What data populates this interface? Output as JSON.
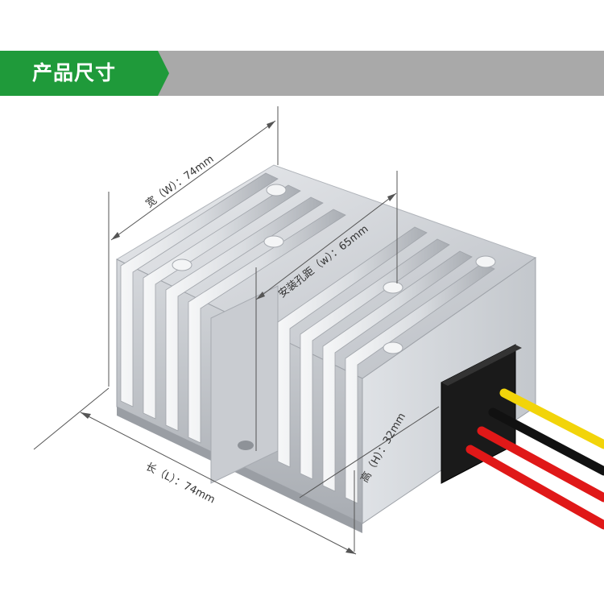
{
  "header": {
    "title": "产品尺寸",
    "accent_color": "#1f9a3a",
    "bar_color": "#a9a9a9"
  },
  "dimensions": {
    "width_label": "宽（W）：74mm",
    "hole_spacing_label": "安装孔距（w）：65mm",
    "height_label": "高（H）：32mm",
    "length_label": "长（L）：74mm"
  },
  "product": {
    "wire_colors": [
      "#f2d40a",
      "#111111",
      "#e01818",
      "#e01818"
    ]
  }
}
